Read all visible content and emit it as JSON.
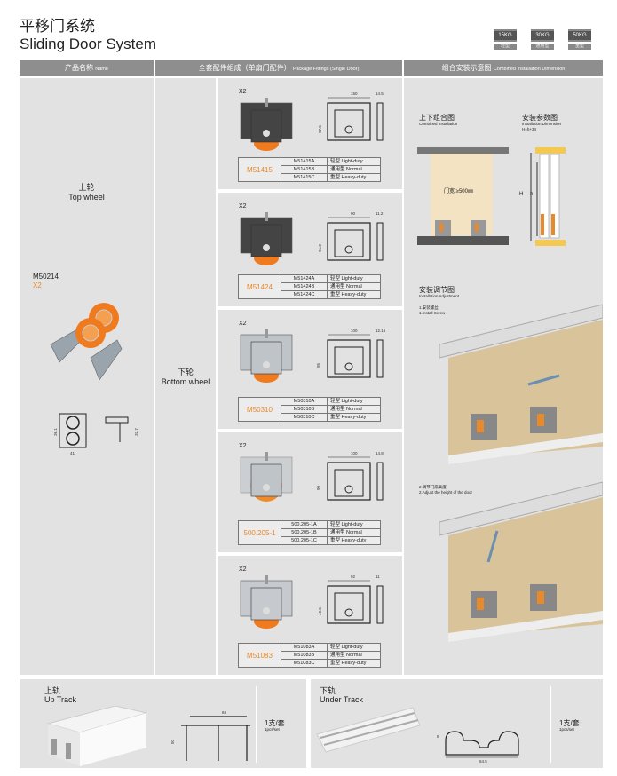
{
  "header": {
    "title_cn": "平移门系统",
    "title_en": "Sliding Door System",
    "badges": [
      {
        "kg": "15KG",
        "type": "轻型"
      },
      {
        "kg": "30KG",
        "type": "通用型"
      },
      {
        "kg": "50KG",
        "type": "重型"
      }
    ]
  },
  "columns": {
    "name_cn": "产品名称",
    "name_en": "Name",
    "pkg_cn": "全套配件组成（单扇门配件）",
    "pkg_en": "Package Fittings (Single Door)",
    "inst_cn": "组合安装示意图",
    "inst_en": "Combined Installation Dimension"
  },
  "top_wheel": {
    "cn": "上轮",
    "en": "Top wheel",
    "model": "M50214",
    "qty": "X2",
    "dims": {
      "w": "41",
      "h": "36.1",
      "side": "32.7"
    }
  },
  "bottom_wheel": {
    "cn": "下轮",
    "en": "Bottom wheel"
  },
  "duty": {
    "light": "轻型 Light-duty",
    "normal": "通用型 Normal",
    "heavy": "重型 Heavy-duty"
  },
  "products": [
    {
      "qty": "X2",
      "model": "M51415",
      "variants": [
        "M51415A",
        "M51415B",
        "M51415C"
      ],
      "dims": [
        "150",
        "14.5",
        "97.5"
      ]
    },
    {
      "qty": "X2",
      "model": "M51424",
      "variants": [
        "M51424A",
        "M51424B",
        "M51424C"
      ],
      "dims": [
        "90",
        "11.2",
        "91.2"
      ]
    },
    {
      "qty": "X2",
      "model": "M50310",
      "variants": [
        "M50310A",
        "M50310B",
        "M50310C"
      ],
      "dims": [
        "100",
        "12.15",
        "95"
      ]
    },
    {
      "qty": "X2",
      "model": "500.205-1",
      "variants": [
        "500.205-1A",
        "500.205-1B",
        "500.205-1C"
      ],
      "dims": [
        "100",
        "14.8",
        "90"
      ]
    },
    {
      "qty": "X2",
      "model": "M51083",
      "variants": [
        "M51083A",
        "M51083B",
        "M51083C"
      ],
      "dims": [
        "92",
        "11",
        "49.5"
      ]
    }
  ],
  "installation": {
    "combined_cn": "上下组合图",
    "combined_en": "Combined Installation",
    "door_width": "门宽 ≥500㎜",
    "dimension_cn": "安装参数图",
    "dimension_en": "Installation Dimension",
    "formula": "H=h+34",
    "H": "H",
    "h": "h",
    "adjust_cn": "安装调节图",
    "adjust_en": "Installation Adjustment",
    "step1_cn": "1.安装螺丝",
    "step1_en": "1.Install Screw",
    "step2_cn": "2.调节门扇高度",
    "step2_en": "2.Adjust the height of the door"
  },
  "tracks": [
    {
      "cn": "上轨",
      "en": "Up Track",
      "qty_cn": "1支/套",
      "qty_en": "1pcs/set",
      "dims": [
        "84",
        "50"
      ]
    },
    {
      "cn": "下轨",
      "en": "Under Track",
      "qty_cn": "1支/套",
      "qty_en": "1pcs/set",
      "dims": [
        "8",
        "64.5"
      ]
    }
  ],
  "colors": {
    "accent": "#e8892b",
    "panel": "#e2e2e2",
    "header": "#8e8e8e"
  }
}
